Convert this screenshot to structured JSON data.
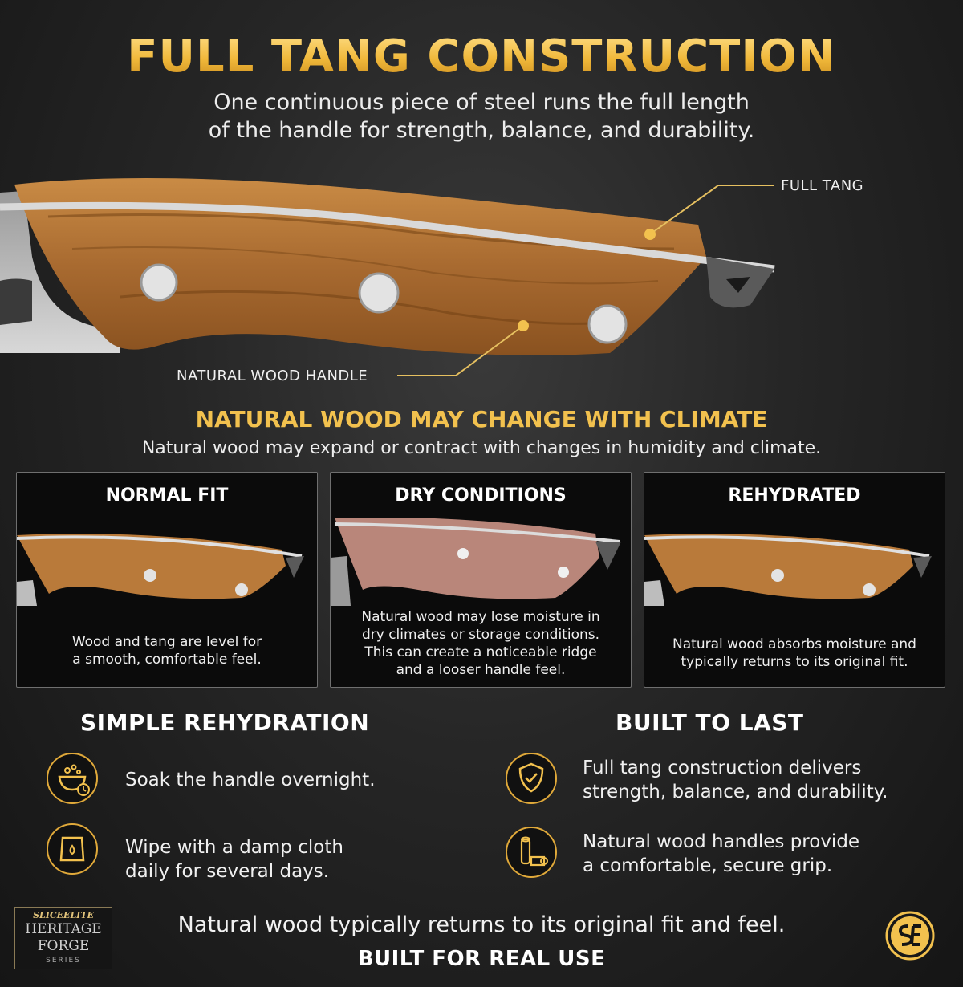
{
  "header": {
    "title": "FULL TANG CONSTRUCTION",
    "subtitle_line1": "One continuous piece of steel runs the full length",
    "subtitle_line2": "of the handle for strength, balance, and durability."
  },
  "hero": {
    "callout_tang": "FULL TANG",
    "callout_wood": "NATURAL WOOD HANDLE"
  },
  "climate": {
    "title": "NATURAL WOOD MAY CHANGE WITH CLIMATE",
    "subtitle": "Natural wood may expand or contract with changes in humidity and climate.",
    "panels": [
      {
        "title": "NORMAL FIT",
        "text": [
          "Wood and tang are level for",
          "a smooth, comfortable feel."
        ]
      },
      {
        "title": "DRY CONDITIONS",
        "text": [
          "Natural wood may lose moisture in",
          "dry climates or storage conditions.",
          "This can create a noticeable ridge",
          "and a looser handle feel."
        ]
      },
      {
        "title": "REHYDRATED",
        "text": [
          "Natural wood absorbs moisture and",
          "typically returns to its original fit."
        ]
      }
    ]
  },
  "rehydration": {
    "title": "SIMPLE REHYDRATION",
    "steps": [
      {
        "icon": "soak-bowl-icon",
        "text": [
          "Soak the handle overnight."
        ]
      },
      {
        "icon": "damp-cloth-icon",
        "text": [
          "Wipe with a damp cloth",
          "daily for several days."
        ]
      }
    ]
  },
  "built": {
    "title": "BUILT TO LAST",
    "points": [
      {
        "icon": "shield-check-icon",
        "text": [
          "Full tang construction delivers",
          "strength, balance, and durability."
        ]
      },
      {
        "icon": "wood-logs-icon",
        "text": [
          "Natural wood handles provide",
          "a comfortable, secure grip."
        ]
      }
    ]
  },
  "logo": {
    "brand": "SLICEELITE",
    "line1": "HERITAGE",
    "line2": "FORGE",
    "line3": "SERIES"
  },
  "footer": {
    "line": "Natural wood typically returns to its original fit and feel.",
    "tagline": "BUILT FOR REAL USE"
  },
  "colors": {
    "accent_gold": "#f2c14e",
    "wood_brown": "#b97a3a",
    "dry_wood": "#b9867a",
    "background": "#262626"
  }
}
